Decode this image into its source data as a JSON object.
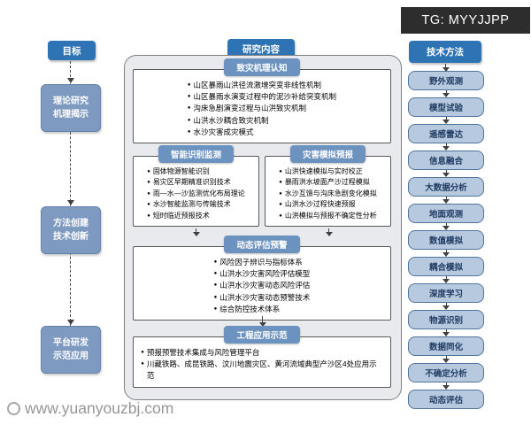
{
  "watermarks": {
    "tg": "TG: MYYJJPP",
    "site": "www.yuanyouzbj.com"
  },
  "top": {
    "goal": "目标",
    "research_content": "研究内容",
    "tech_methods": "技术方法"
  },
  "left_column": {
    "items": [
      {
        "line1": "理论研究",
        "line2": "机理揭示"
      },
      {
        "line1": "方法创建",
        "line2": "技术创新"
      },
      {
        "line1": "平台研发",
        "line2": "示范应用"
      }
    ]
  },
  "middle": {
    "sections": [
      {
        "title": "致灾机理认知",
        "items": [
          "山区暴雨山洪径流激增突变非线性机制",
          "山区暴雨水演变过程中的泥沙补给突变机制",
          "沟床急剧演变过程与山洪致灾机制",
          "山洪水沙耦合致灾机制",
          "水沙灾害成灾模式"
        ]
      },
      {
        "title": "智能识别监测",
        "items": [
          "固体物源智能识别",
          "易灾区早期精准识别技术",
          "雨—水—沙监测优化布局理论",
          "水沙智能监测与传输技术",
          "短时临近预报技术"
        ]
      },
      {
        "title": "灾害模拟预报",
        "items": [
          "山洪快速模拟与实时校正",
          "暴雨洪水坡面产沙过程模拟",
          "水沙互馈与沟床急剧变化模拟",
          "山洪水沙过程快速预报",
          "山洪模拟与预报不确定性分析"
        ]
      },
      {
        "title": "动态评估预警",
        "items": [
          "风险因子辨识与指标体系",
          "山洪水沙灾害风险评估模型",
          "山洪水沙灾害动态风险评估",
          "山洪水沙灾害动态预警技术",
          "综合防控技术体系"
        ]
      },
      {
        "title": "工程应用示范",
        "items": [
          "预报预警技术集成与风险管理平台",
          "川藏铁路、成昆铁路、汶川地震灾区、黄河流域典型产沙区4处应用示范"
        ]
      }
    ]
  },
  "right_column": {
    "items": [
      "野外观测",
      "模型试验",
      "遥感雷达",
      "信息融合",
      "大数据分析",
      "地面观测",
      "数值模拟",
      "耦合模拟",
      "深度学习",
      "物源识别",
      "数据同化",
      "不确定分析",
      "动态评估"
    ]
  },
  "colors": {
    "top_button_blue": "#2e74b5",
    "left_box_blue": "#7e9ac1",
    "section_pill_blue": "#6c92bf",
    "right_box_blue": "#b7c9de",
    "container_gray": "#e9eaee",
    "watermark_dark": "#2d2d2d"
  }
}
